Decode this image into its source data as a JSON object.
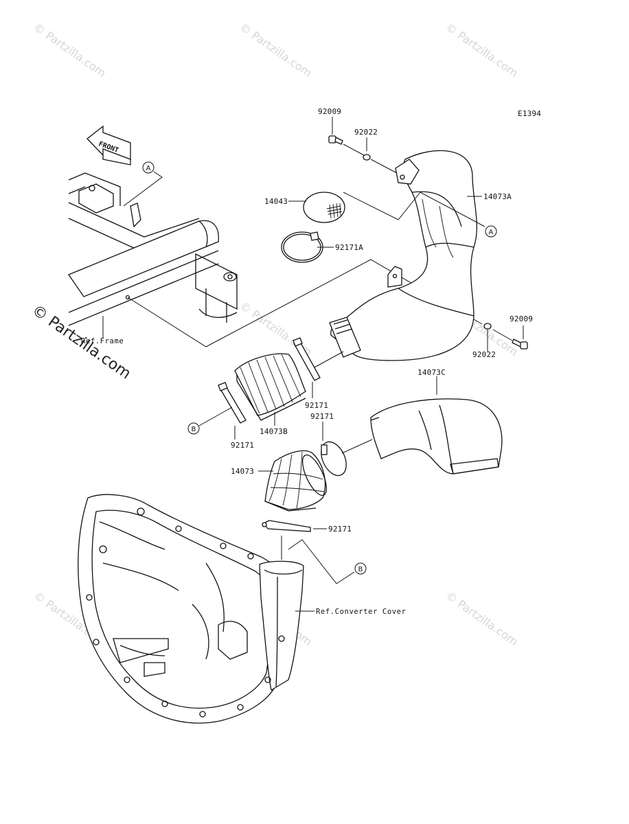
{
  "diagram_code": "E1394",
  "watermark": "© Partzilla.com",
  "front_label": "FRONT",
  "callouts": {
    "a": "A",
    "b": "B"
  },
  "parts": {
    "bolt_top": "92009",
    "washer_top": "92022",
    "duct_a": "14073A",
    "element": "14043",
    "clamp_a": "92171A",
    "bolt_right": "92009",
    "washer_right": "92022",
    "band_upper": "92171",
    "band_left": "92171",
    "duct_b": "14073B",
    "duct_c": "14073C",
    "band_mid": "92171",
    "duct": "14073",
    "band_lower": "92171"
  },
  "refs": {
    "frame": "Ref.Frame",
    "converter_cover": "Ref.Converter Cover"
  }
}
